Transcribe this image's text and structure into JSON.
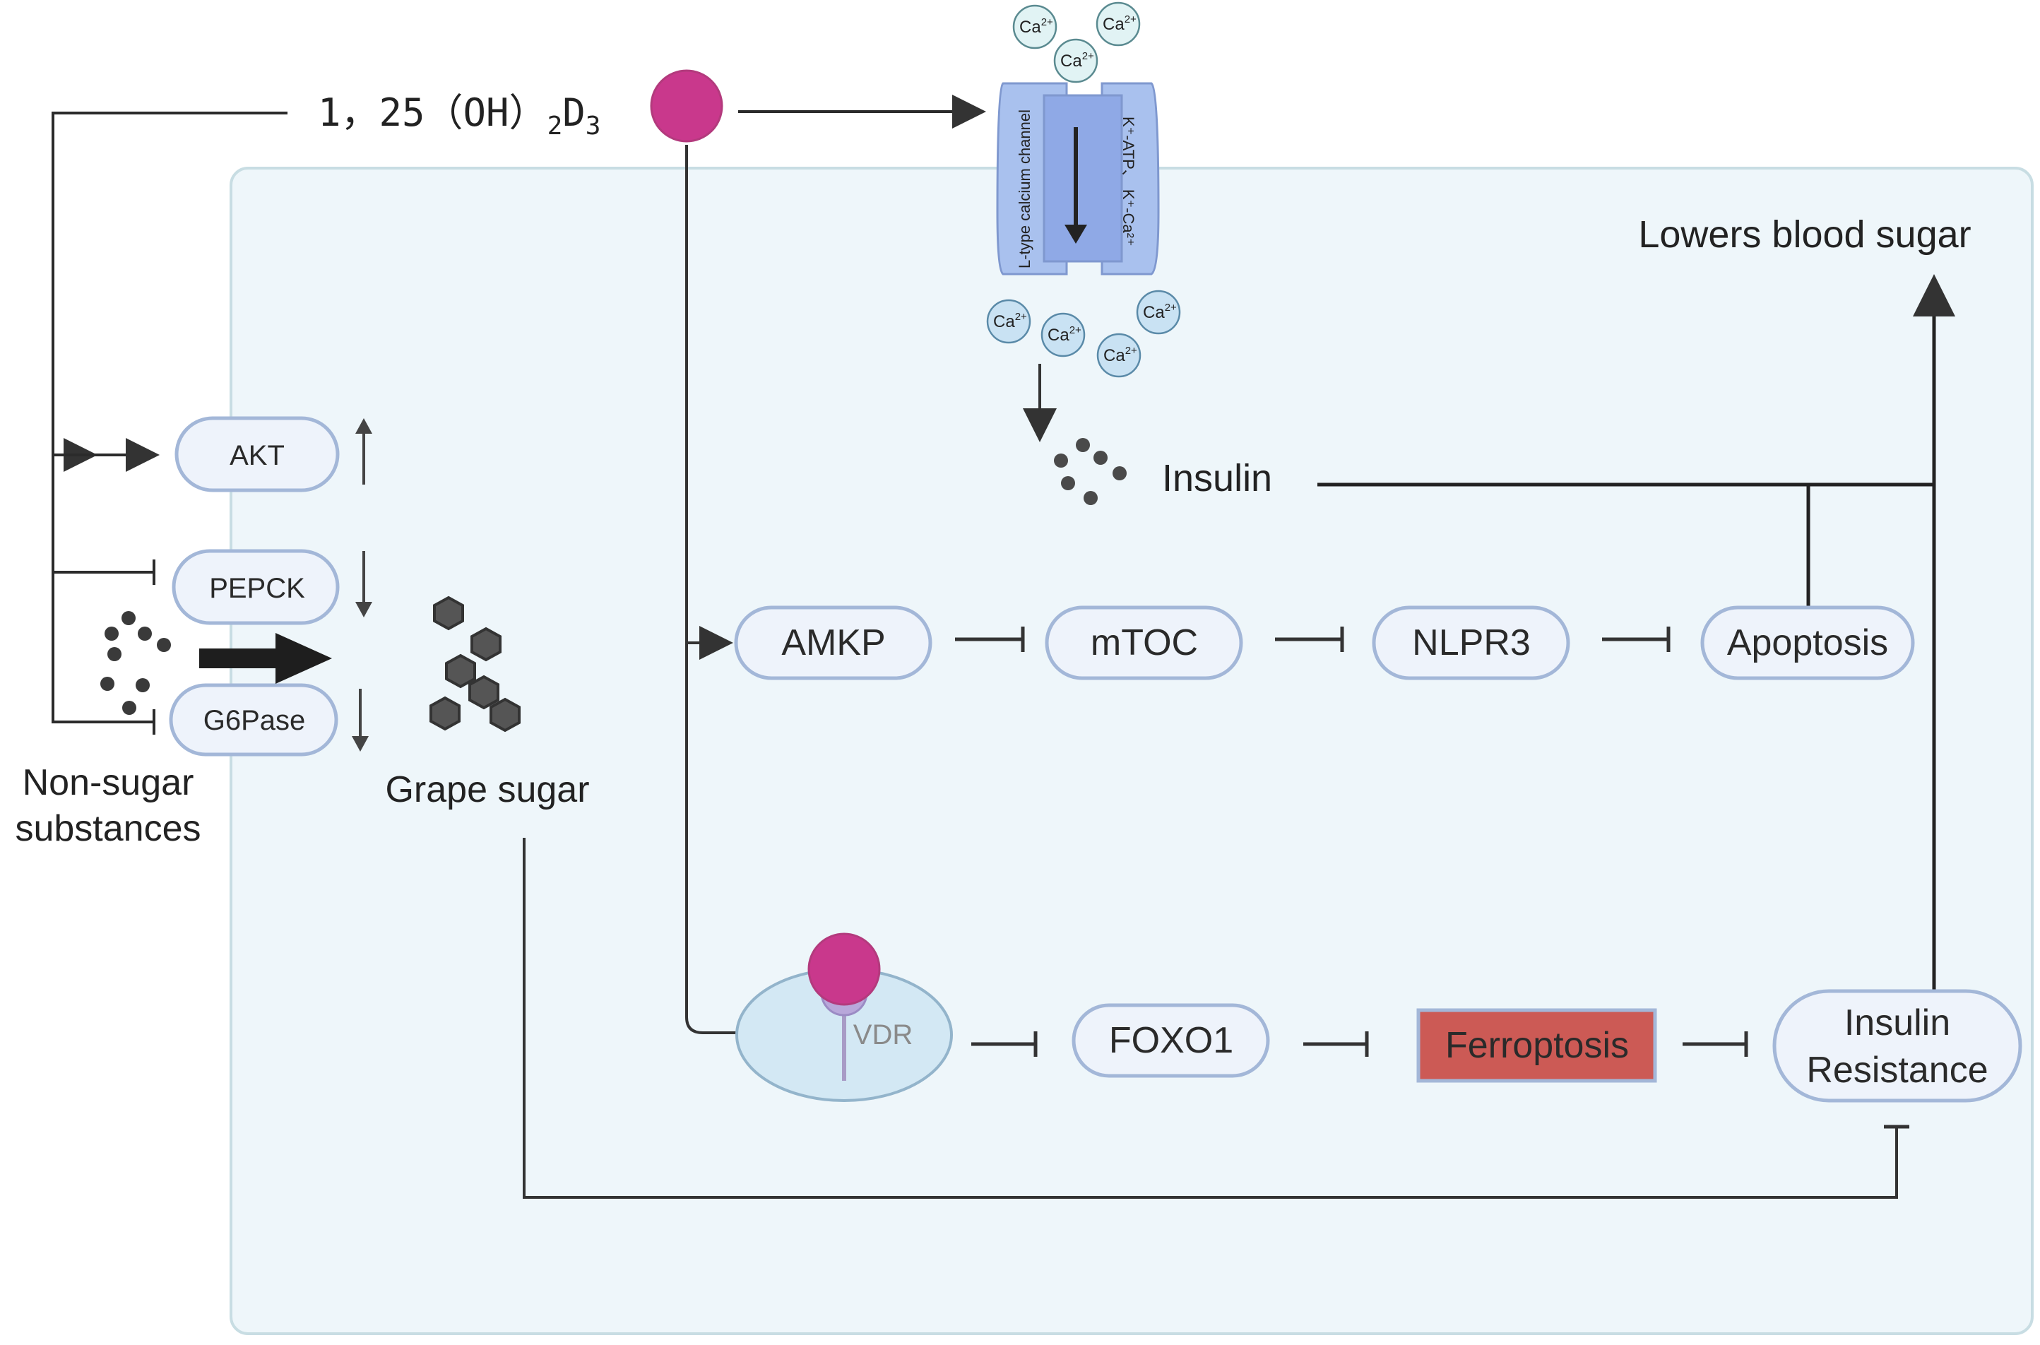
{
  "vitamin": {
    "main": "1，25（OH）",
    "sub": "2",
    "tail": "D",
    "sub2": "3"
  },
  "channel": {
    "left_label": "L-type calcium channel",
    "right_label": "K⁺-ATP、 K⁺-Ca²⁺"
  },
  "ions": {
    "base": "Ca",
    "charge": "2+"
  },
  "labels": {
    "lowers": "Lowers blood sugar",
    "insulin": "Insulin",
    "grape": "Grape sugar",
    "nonsugar_1": "Non-sugar",
    "nonsugar_2": "substances"
  },
  "nodes": {
    "akt": "AKT",
    "pepck": "PEPCK",
    "g6pase": "G6Pase",
    "amkp": "AMKP",
    "mtoc": "mTOC",
    "nlpr3": "NLPR3",
    "apoptosis": "Apoptosis",
    "vdr": "VDR",
    "foxo1": "FOXO1",
    "ferroptosis": "Ferroptosis",
    "ir_1": "Insulin",
    "ir_2": "Resistance"
  },
  "colors": {
    "cell_bg": "#eef6fa",
    "node_fill": "#eef3fb",
    "node_stroke": "#a3b7d8",
    "magenta": "#c9388c",
    "ferroptosis": "#cc5a55",
    "channel": "#a9c1ee"
  }
}
